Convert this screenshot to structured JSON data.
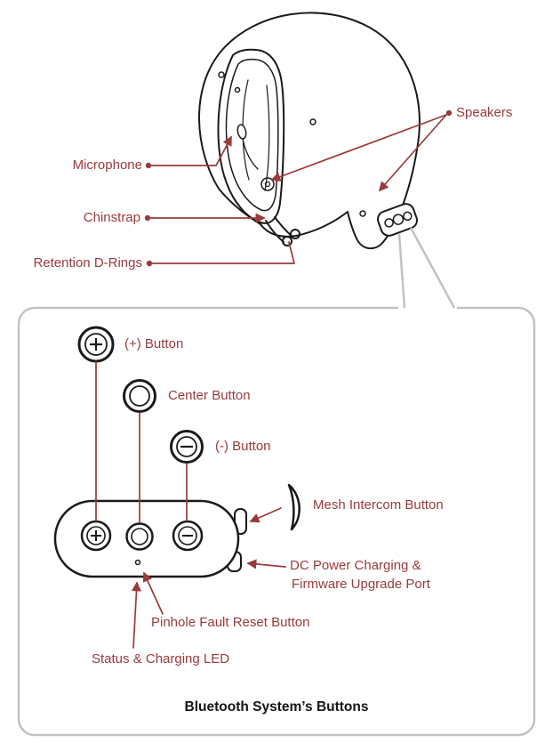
{
  "helmet": {
    "labels": {
      "microphone": "Microphone",
      "chinstrap": "Chinstrap",
      "retention_d_rings": "Retention D-Rings",
      "speakers": "Speakers"
    }
  },
  "panel": {
    "labels": {
      "plus_button": "(+) Button",
      "center_button": "Center Button",
      "minus_button": "(-) Button",
      "mesh_intercom_button": "Mesh Intercom Button",
      "dc_power_line1": "DC Power Charging &",
      "dc_power_line2": "Firmware Upgrade Port",
      "pinhole_fault_reset_button": "Pinhole Fault Reset Button",
      "status_charging_led": "Status & Charging LED"
    },
    "caption": "Bluetooth System’s Buttons"
  },
  "colors": {
    "label_red": "#9a3a3c",
    "line_ink": "#1a1a1a",
    "panel_border": "#c2c2c2"
  },
  "icons": {
    "plus_button_icon": "circled plus",
    "center_button_icon": "circle",
    "minus_button_icon": "circled minus",
    "mesh_intercom_icon": "crescent button",
    "arrowhead_icon": "triangle"
  }
}
